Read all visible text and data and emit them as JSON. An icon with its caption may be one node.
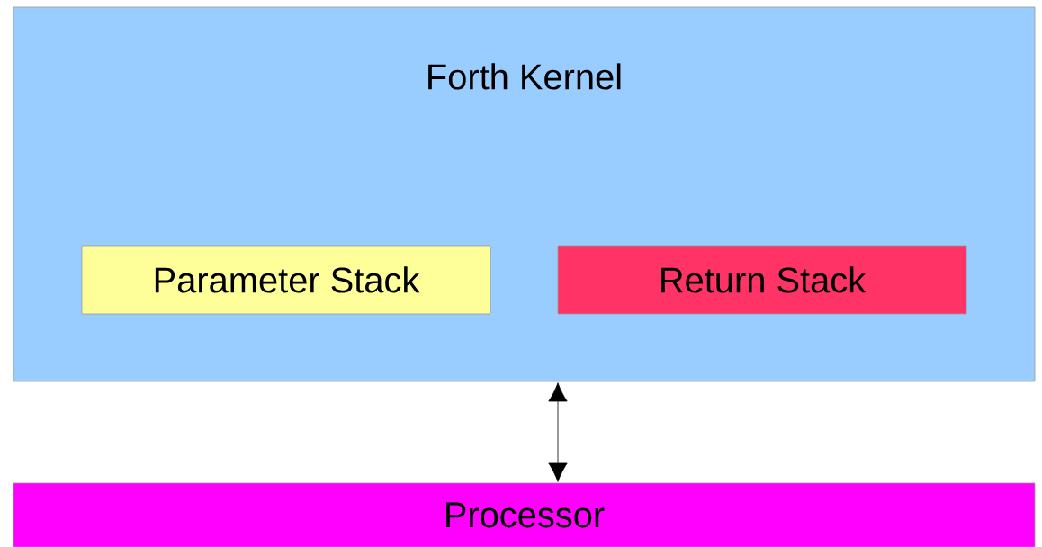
{
  "diagram": {
    "nodes": [
      {
        "text": [
          "Forth Kernel"
        ]
      },
      {
        "text": [
          "Parameter Stack"
        ],
        "in": 0
      },
      {
        "text": [
          "Return Stack"
        ],
        "in": 0
      },
      {
        "text": [
          "Processor"
        ]
      }
    ],
    "edges": [
      {
        "from": 0,
        "to": 3,
        "arrow": "both"
      }
    ]
  }
}
